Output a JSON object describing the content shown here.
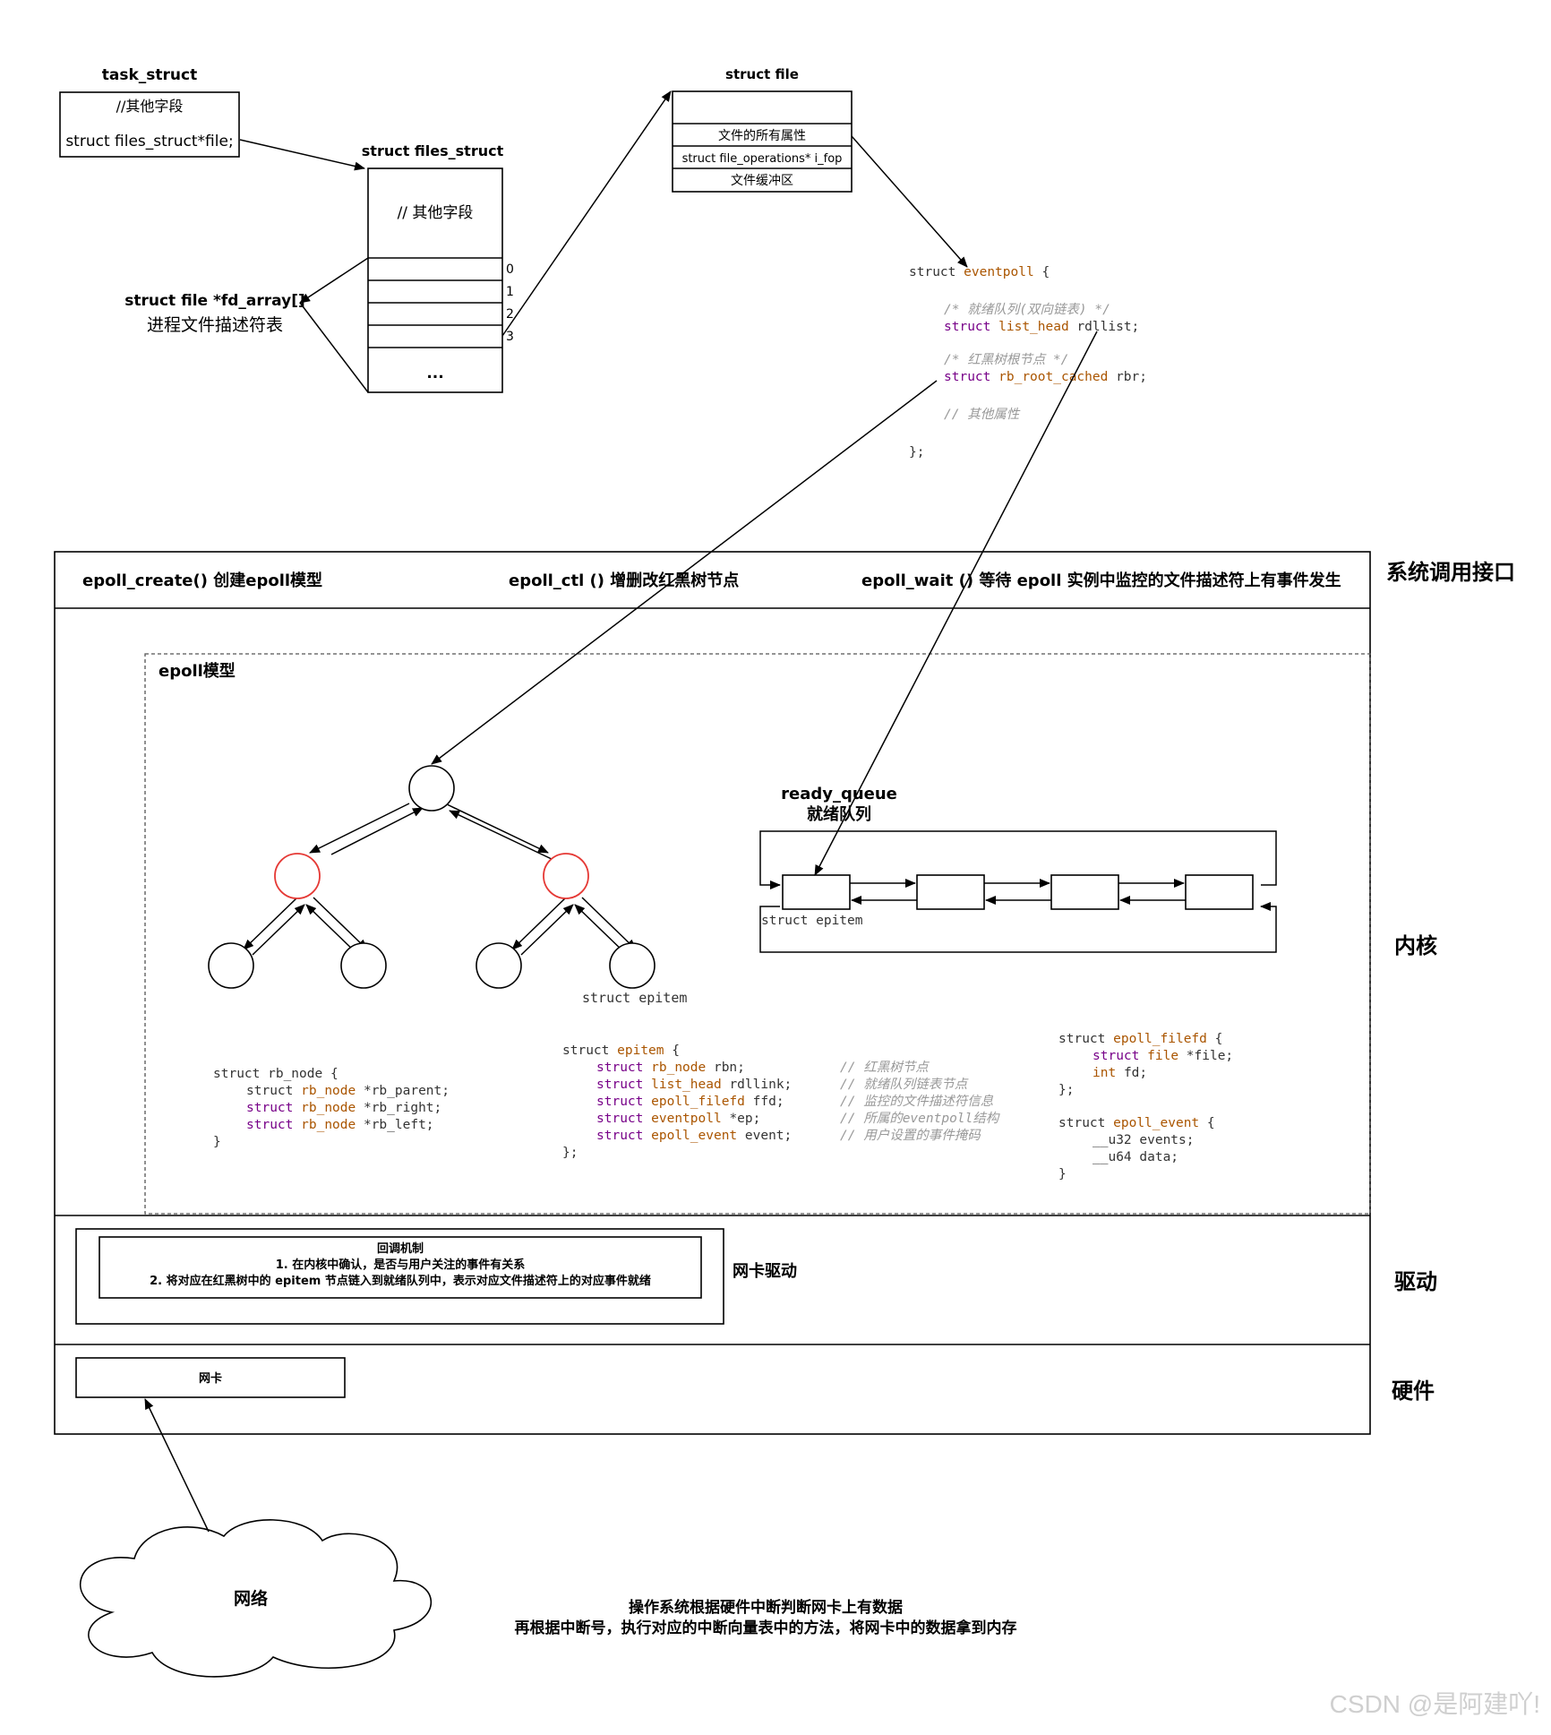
{
  "task_struct": {
    "title": "task_struct",
    "line1": "//其他字段",
    "line2": "struct files_struct*file;"
  },
  "files_struct": {
    "title": "struct files_struct",
    "body": "// 其他字段",
    "indices": [
      "0",
      "1",
      "2",
      "3"
    ],
    "ellipsis": "..."
  },
  "fd_array": {
    "line1": "struct file *fd_array[]",
    "line2": "进程文件描述符表"
  },
  "struct_file": {
    "title": "struct file",
    "rows": [
      "文件的所有属性",
      "struct file_operations* i_fop",
      "文件缓冲区"
    ]
  },
  "eventpoll": {
    "header_kw": "struct",
    "header_ty": "eventpoll",
    "header_end": "{",
    "c1": "/* 就绪队列(双向链表) */",
    "f1_kw": "struct",
    "f1_ty": "list_head",
    "f1_name": "rdllist;",
    "c2": "/* 红黑树根节点 */",
    "f2_kw": "struct",
    "f2_ty": "rb_root_cached",
    "f2_name": "rbr;",
    "c3": "// 其他属性",
    "end": "};"
  },
  "syscall_layer": {
    "create": "epoll_create()  创建epoll模型",
    "ctl": "epoll_ctl ()  增删改红黑树节点",
    "wait": "epoll_wait ()  等待 epoll 实例中监控的文件描述符上有事件发生"
  },
  "layer_labels": {
    "syscall": "系统调用接口",
    "kernel": "内核",
    "driver": "驱动",
    "hardware": "硬件"
  },
  "epoll_model": {
    "title": "epoll模型",
    "tree_caption": "struct epitem"
  },
  "ready_queue": {
    "line1": "ready_queue",
    "line2": "就绪队列",
    "node_caption": "struct epitem"
  },
  "rb_node": {
    "l0": "struct rb_node {",
    "l1a": "struct",
    "l1b": "rb_node",
    "l1c": "*rb_parent;",
    "l2a": "struct",
    "l2b": "rb_node",
    "l2c": "*rb_right;",
    "l3a": "struct",
    "l3b": "rb_node",
    "l3c": "*rb_left;",
    "end": "}"
  },
  "epitem": {
    "l0a": "struct",
    "l0b": "epitem",
    "l0c": "{",
    "rows": [
      {
        "kw": "struct",
        "ty": "rb_node",
        "name": "rbn;",
        "comment": "// 红黑树节点"
      },
      {
        "kw": "struct",
        "ty": "list_head",
        "name": "rdllink;",
        "comment": "// 就绪队列链表节点"
      },
      {
        "kw": "struct",
        "ty": "epoll_filefd",
        "name": "ffd;",
        "comment": "// 监控的文件描述符信息"
      },
      {
        "kw": "struct",
        "ty": "eventpoll",
        "name": "*ep;",
        "comment": "// 所属的eventpoll结构"
      },
      {
        "kw": "struct",
        "ty": "epoll_event",
        "name": "event;",
        "comment": "// 用户设置的事件掩码"
      }
    ],
    "end": "};"
  },
  "epoll_filefd": {
    "l0a": "struct",
    "l0b": "epoll_filefd",
    "l0c": "{",
    "l1a": "struct",
    "l1b": "file",
    "l1c": "*file;",
    "l2a": "int",
    "l2c": "fd;",
    "end": "};"
  },
  "epoll_event": {
    "l0a": "struct",
    "l0b": "epoll_event",
    "l0c": "{",
    "l1": "__u32 events;",
    "l2": "__u64 data;",
    "end": "}"
  },
  "callback": {
    "title": "回调机制",
    "line1": "1. 在内核中确认，是否与用户关注的事件有关系",
    "line2": "2. 将对应在红黑树中的 epitem  节点链入到就绪队列中，表示对应文件描述符上的对应事件就绪"
  },
  "nic_driver": "网卡驱动",
  "nic": "网卡",
  "network": "网络",
  "interrupt_note": {
    "line1": "操作系统根据硬件中断判断网卡上有数据",
    "line2": "再根据中断号，执行对应的中断向量表中的方法，将网卡中的数据拿到内存"
  },
  "watermark": "CSDN @是阿建吖!",
  "colors": {
    "red_node": "#e53935",
    "keyword": "#770088",
    "type": "#aa5500",
    "comment": "#999999"
  }
}
